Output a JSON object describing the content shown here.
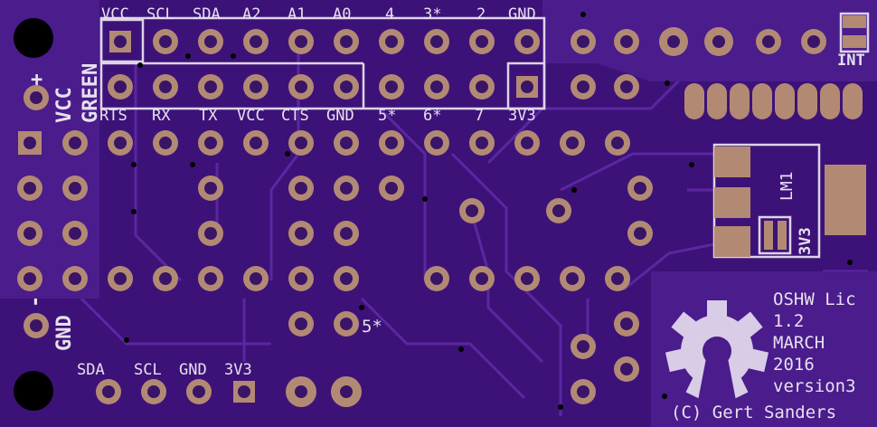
{
  "board": {
    "colors": {
      "substrate": "#3d1278",
      "copper_fill": "#5a2aa0",
      "trace": "#6a35b0",
      "pad_copper": "#b28a74",
      "drill_hole": "#3a1466",
      "silkscreen": "#ddd4e8",
      "mounting_hole": "#000000"
    }
  },
  "header": {
    "top_labels": [
      "VCC",
      "SCL",
      "SDA",
      "A2",
      "A1",
      "A0",
      "4",
      "3*",
      "2",
      "GND"
    ],
    "bottom_labels": [
      "RTS",
      "RX",
      "TX",
      "VCC",
      "CTS",
      "GND",
      "5*",
      "6*",
      "7",
      "3V3"
    ]
  },
  "left": {
    "led_label": "GREEN",
    "vcc_label": "VCC",
    "plus_sign": "+",
    "gnd_label": "GND",
    "minus_sign": "-"
  },
  "right": {
    "int_label": "INT",
    "regulator_label": "LM1",
    "jumper_label": "3V3"
  },
  "bottom": {
    "labels": [
      "SDA",
      "SCL",
      "GND",
      "3V3"
    ],
    "pin_label": "5*"
  },
  "license": {
    "lines": [
      "OSHW Lic",
      "1.2",
      "MARCH",
      "2016",
      "version3"
    ],
    "copyright": "(C) Gert Sanders"
  }
}
